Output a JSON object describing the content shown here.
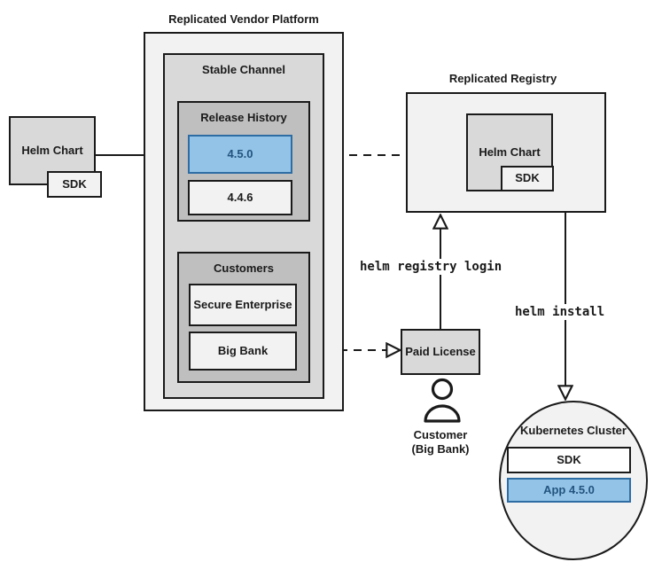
{
  "diagram": {
    "title": "Replicated Helm Chart distribution flow",
    "colors": {
      "accent_blue_fill": "#93c3e6",
      "accent_blue_stroke": "#2e6da4",
      "accent_blue_text": "#23547f",
      "stroke": "#1a1a1a",
      "fill_lightest": "#f2f2f2",
      "fill_light": "#d9d9d9",
      "fill_mid": "#bfbfbf",
      "fill_white": "#ffffff"
    }
  },
  "source": {
    "helm_chart_label": "Helm Chart",
    "sdk_label": "SDK"
  },
  "platform": {
    "title": "Replicated Vendor Platform",
    "channel": {
      "title": "Stable Channel",
      "release_history": {
        "title": "Release History",
        "releases": [
          {
            "version": "4.5.0",
            "highlighted": true
          },
          {
            "version": "4.4.6",
            "highlighted": false
          }
        ]
      },
      "customers": {
        "title": "Customers",
        "items": [
          {
            "name": "Secure Enterprise"
          },
          {
            "name": "Big Bank"
          }
        ]
      }
    }
  },
  "registry": {
    "title": "Replicated Registry",
    "helm_chart_label": "Helm Chart",
    "sdk_label": "SDK"
  },
  "license": {
    "label": "Paid License",
    "customer_caption_line1": "Customer",
    "customer_caption_line2": "(Big Bank)",
    "person_icon": "person-icon"
  },
  "cluster": {
    "title": "Kubernetes Cluster",
    "components": [
      {
        "label": "SDK",
        "highlighted": false
      },
      {
        "label": "App 4.5.0",
        "highlighted": true
      }
    ]
  },
  "commands": {
    "registry_login": "helm registry login",
    "install": "helm install"
  }
}
